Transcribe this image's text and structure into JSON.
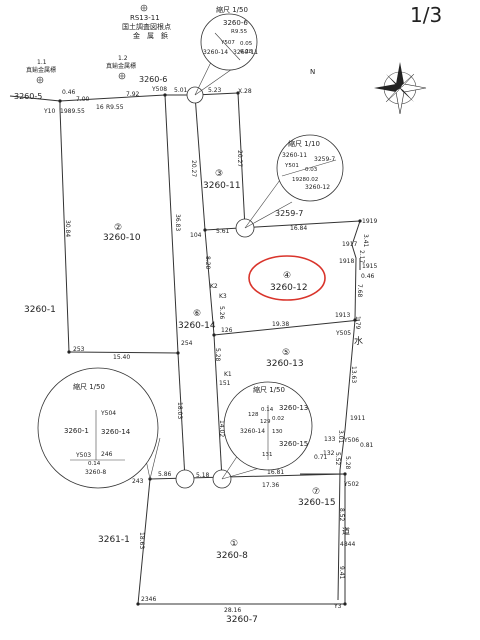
{
  "page_no": "1/3",
  "control_point": {
    "line1": "RS13-11",
    "line2": "国土調査図根点",
    "line3": "金　属　鋲"
  },
  "benchmarks": [
    {
      "num": "1.1",
      "label": "真鍮金属標"
    },
    {
      "num": "1.2",
      "label": "真鍮金属標"
    }
  ],
  "top_road": {
    "left_parcel": "3260-5",
    "right_parcel": "3260-6",
    "seg_a": "0.46",
    "seg_b": "7.00",
    "seg_c": "7.92",
    "seg_d": "5.01",
    "seg_e": "5.23",
    "pt_y10": "Y10",
    "pt_1989": "1989.55",
    "pt_16": "16",
    "pt_r9": "R9.55",
    "pt_y508": "Y508",
    "pt_x28": "X.28"
  },
  "inset_top": {
    "scale": "縮尺 1/50",
    "p1": "3260-6",
    "p2": "3260-14",
    "p3": "3260-11",
    "pt_a": "Y507",
    "pt_b": "R9.55",
    "d1": "0.05",
    "d2": "0.28"
  },
  "inset_right": {
    "scale": "縮尺 1/10",
    "p1": "3260-11",
    "p2": "3259-7",
    "p3": "3260-12",
    "pt_a": "Y501",
    "pt_b": "1928",
    "d1": "0.03",
    "d2": "0.02"
  },
  "inset_left": {
    "scale": "縮尺 1/50",
    "p1": "3260-1",
    "p2": "3260-14",
    "p3": "3260-8",
    "pt_a": "Y504",
    "pt_b": "Y503",
    "pt_c": "246",
    "d1": "0.14"
  },
  "inset_center": {
    "scale": "縮尺 1/50",
    "p1": "3260-13",
    "p2": "3260-14",
    "p3": "3260-15",
    "pt_a": "128",
    "pt_b": "129",
    "pt_c": "130",
    "pt_d": "131",
    "d1": "0.14",
    "d2": "0.02"
  },
  "parcels": [
    {
      "num": "①",
      "label": "3260-8"
    },
    {
      "num": "②",
      "label": "3260-10"
    },
    {
      "num": "③",
      "label": "3260-11"
    },
    {
      "num": "④",
      "label": "3260-12"
    },
    {
      "num": "⑤",
      "label": "3260-13"
    },
    {
      "num": "⑥",
      "label": "3260-14"
    },
    {
      "num": "⑦",
      "label": "3260-15"
    }
  ],
  "outer_parcels": {
    "left": "3260-1",
    "lower_left": "3261-1",
    "bottom": "3260-7",
    "mid_right": "3259-7"
  },
  "water_label": "水",
  "drain_label": "道",
  "points": {
    "p104": "104",
    "p1919": "1919",
    "p1917": "1917",
    "p1918": "1918",
    "p1915": "1915",
    "p1913": "1913",
    "y505": "Y505",
    "p126": "126",
    "k2": "K2",
    "k3": "K3",
    "p253": "253",
    "p254": "254",
    "p151": "151",
    "k1": "K1",
    "p1911": "1911",
    "p133": "133",
    "p132": "132",
    "y506": "Y506",
    "y502": "Y502",
    "p243": "243",
    "p4844": "4844",
    "p2346": "2346",
    "y3": "Y3"
  },
  "distances": {
    "d_top_p3": "20.27",
    "d_top_right": "20.27",
    "d_561": "5.61",
    "d_1684": "16.84",
    "d_341": "3.41",
    "d_217": "2.17",
    "d_046": "0.46",
    "d_768": "7.68",
    "d_179": "1.79",
    "d_1938": "19.38",
    "d_1543": "15.40",
    "d_3683": "36.83",
    "d_3084": "30.84",
    "d_820": "8.20",
    "d_526": "5.26",
    "d_528": "5.28",
    "d_1803": "18.03",
    "d_1402": "14.02",
    "d_1363": "13.63",
    "d_586": "5.86",
    "d_518": "5.18",
    "d_1681": "16.81",
    "d_1736": "17.36",
    "d_071": "0.71",
    "d_081": "0.81",
    "d_301": "3.01",
    "d_528b": "5.28",
    "d_552": "5.52",
    "d_852": "8.52",
    "d_941": "9.41",
    "d_1863": "18.63",
    "d_2816": "28.16"
  },
  "highlight_color": "#d9342b"
}
